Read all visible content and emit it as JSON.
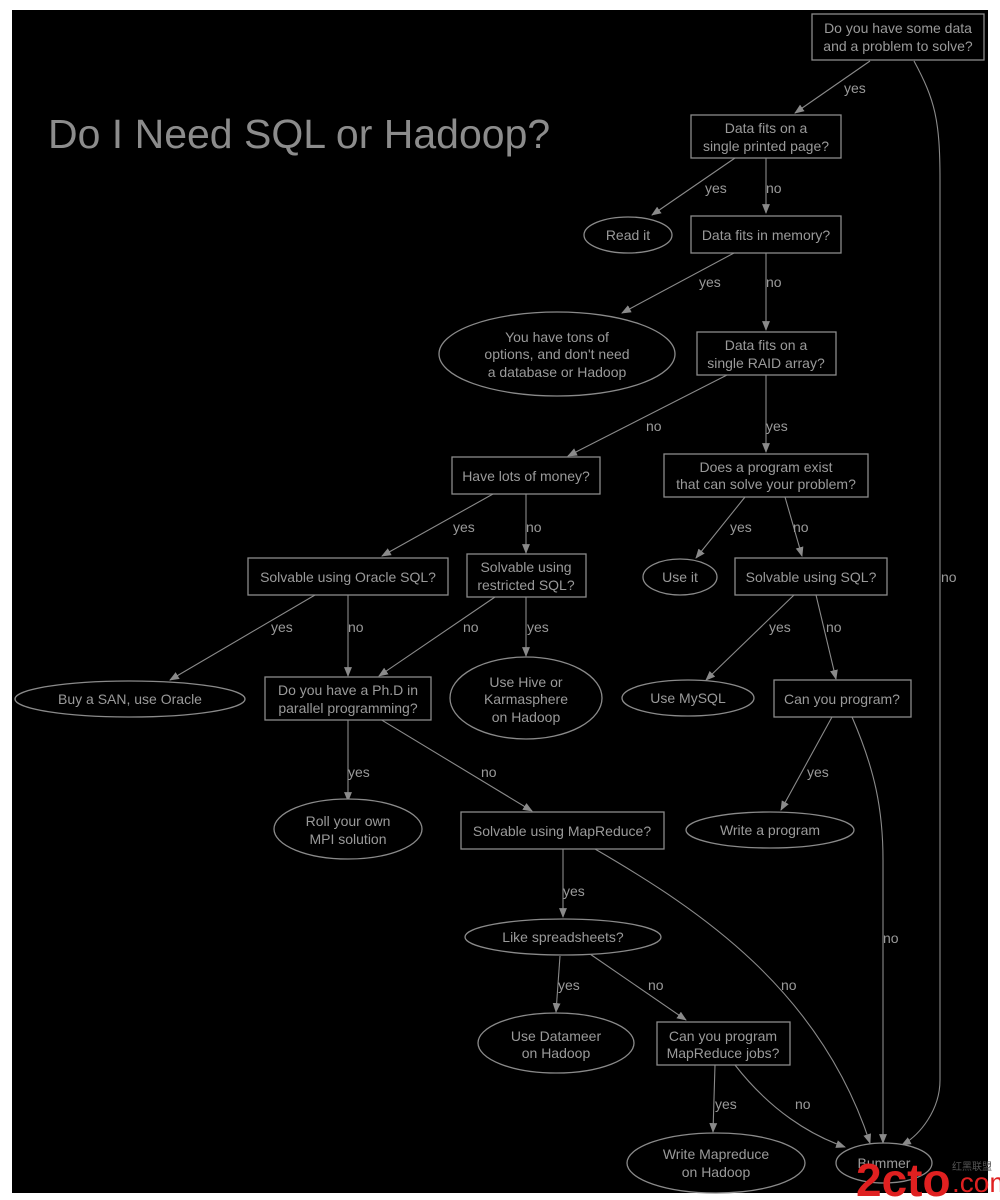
{
  "title": "Do I Need SQL or Hadoop?",
  "nodes": {
    "start": {
      "line1": "Do you have some data",
      "line2": "and a problem to solve?"
    },
    "printed_page": {
      "line1": "Data fits on a",
      "line2": "single printed page?"
    },
    "read_it": {
      "line1": "Read it"
    },
    "memory": {
      "line1": "Data fits in memory?"
    },
    "tons_options": {
      "line1": "You have tons of",
      "line2": "options, and don't need",
      "line3": "a database or Hadoop"
    },
    "raid": {
      "line1": "Data fits on a",
      "line2": "single RAID array?"
    },
    "money": {
      "line1": "Have lots of money?"
    },
    "program_exist": {
      "line1": "Does a program exist",
      "line2": "that can solve your problem?"
    },
    "oracle_sql": {
      "line1": "Solvable using Oracle SQL?"
    },
    "restricted_sql": {
      "line1": "Solvable using",
      "line2": "restricted SQL?"
    },
    "use_it": {
      "line1": "Use it"
    },
    "solvable_sql": {
      "line1": "Solvable using SQL?"
    },
    "san_oracle": {
      "line1": "Buy a SAN, use Oracle"
    },
    "phd": {
      "line1": "Do you have a Ph.D in",
      "line2": "parallel programming?"
    },
    "hive": {
      "line1": "Use Hive or",
      "line2": "Karmasphere",
      "line3": "on Hadoop"
    },
    "mysql": {
      "line1": "Use MySQL"
    },
    "can_program": {
      "line1": "Can you program?"
    },
    "mpi": {
      "line1": "Roll your own",
      "line2": "MPI solution"
    },
    "mapreduce": {
      "line1": "Solvable using MapReduce?"
    },
    "write_program": {
      "line1": "Write a program"
    },
    "spreadsheets": {
      "line1": "Like spreadsheets?"
    },
    "datameer": {
      "line1": "Use Datameer",
      "line2": "on Hadoop"
    },
    "mr_jobs": {
      "line1": "Can you program",
      "line2": "MapReduce jobs?"
    },
    "write_mr": {
      "line1": "Write Mapreduce",
      "line2": "on Hadoop"
    },
    "bummer": {
      "line1": "Bummer"
    }
  },
  "edges": {
    "start_printed": "yes",
    "start_bummer": "no",
    "printed_read": "yes",
    "printed_memory": "no",
    "memory_tons": "yes",
    "memory_raid": "no",
    "raid_money": "no",
    "raid_program": "yes",
    "money_oracle": "yes",
    "money_restricted": "no",
    "program_useit": "yes",
    "program_sql": "no",
    "oracle_san": "yes",
    "oracle_phd": "no",
    "restricted_phd": "no",
    "restricted_hive": "yes",
    "sql_mysql": "yes",
    "sql_canprogram": "no",
    "phd_mpi": "yes",
    "phd_mapreduce": "no",
    "canprogram_write": "yes",
    "canprogram_bummer": "no",
    "mapreduce_spreadsheets": "yes",
    "mapreduce_bummer": "no",
    "spreadsheets_datameer": "yes",
    "spreadsheets_mrjobs": "no",
    "mrjobs_writemr": "yes",
    "mrjobs_bummer": "no"
  },
  "watermark": {
    "big": "2cto",
    "small": ".com",
    "cn": "红黑联盟"
  },
  "colors": {
    "background": "#000000",
    "stroke": "#8a8a8a",
    "text": "#9a9a9a",
    "watermark": "#e02020"
  }
}
